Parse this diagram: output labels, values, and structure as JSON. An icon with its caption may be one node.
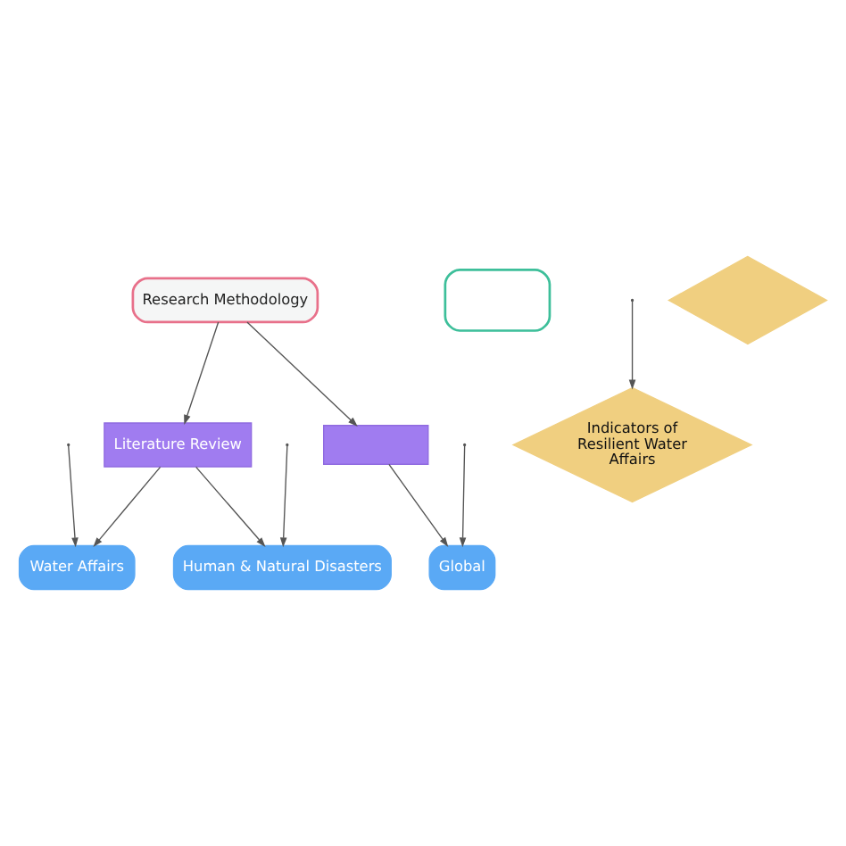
{
  "diagram": {
    "nodes": [
      {
        "text": [
          "Research Methodology"
        ]
      },
      {
        "text": [
          "Literature Review"
        ]
      },
      {
        "text": [],
        "shape": "box"
      },
      {
        "text": [
          "Water Affairs"
        ]
      },
      {
        "text": [
          "Human & Natural Disasters"
        ]
      },
      {
        "text": [
          "Global"
        ]
      },
      {
        "text": [],
        "shape": "box"
      },
      {
        "text": [
          "Indicators of Resilient Water Affairs"
        ]
      },
      {
        "text": [],
        "shape": "diamond"
      }
    ],
    "edges": [
      {
        "from": 0,
        "to": 1,
        "arrow": "to"
      },
      {
        "from": 0,
        "to": 2,
        "arrow": "to"
      },
      {
        "from": 1,
        "to": 3,
        "arrow": "to"
      },
      {
        "from": 1,
        "to": 4,
        "arrow": "to"
      },
      {
        "from": 2,
        "to": 5,
        "arrow": "to"
      },
      {
        "from": null,
        "to": 3,
        "arrow": "to"
      },
      {
        "from": null,
        "to": 4,
        "arrow": "to"
      },
      {
        "from": null,
        "to": 5,
        "arrow": "to"
      },
      {
        "from": null,
        "to": 7,
        "arrow": "to"
      }
    ]
  }
}
